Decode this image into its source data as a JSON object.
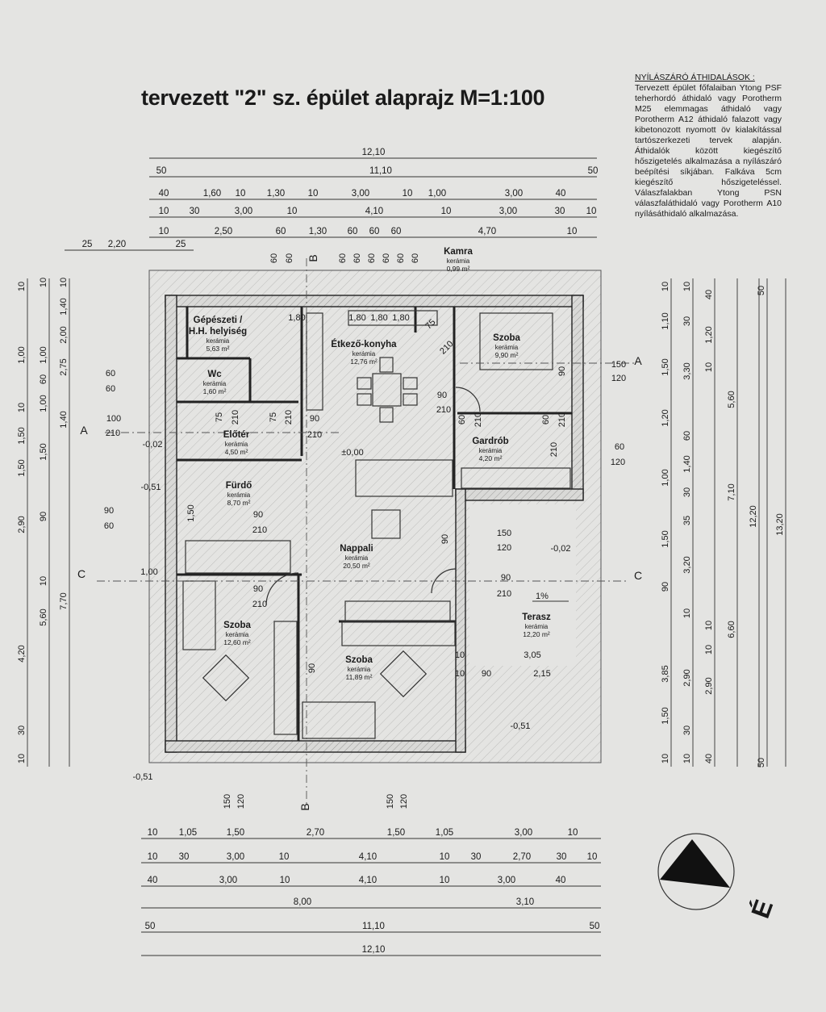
{
  "title": "tervezett \"2\" sz. épület alaprajz M=1:100",
  "note": {
    "heading": "NYÍLÁSZÁRÓ ÁTHIDALÁSOK :",
    "body": "Tervezett épület főfalaiban Ytong PSF teherhordó áthidaló vagy Porotherm M25 elemmagas áthidaló vagy Porotherm A12 áthidaló falazott vagy kibetonozott nyomott öv kialakítással tartószerkezeti tervek alapján. Áthidalók között kiegészítő hőszigetelés alkalmazása a nyílászáró beépítési síkjában. Falkáva 5cm kiegészítő hőszigeteléssel. Válaszfalakban Ytong PSN válaszfaláthidaló vagy Porotherm A10 nyílásáthidaló alkalmazása."
  },
  "rooms": [
    {
      "name": "Gépészeti /",
      "name2": "H.H. helyiség",
      "floor": "kerámia",
      "area": "5,63 m²"
    },
    {
      "name": "Wc",
      "floor": "kerámia",
      "area": "1,60 m²"
    },
    {
      "name": "Étkező-konyha",
      "floor": "kerámia",
      "area": "12,76 m²"
    },
    {
      "name": "Kamra",
      "floor": "kerámia",
      "area": "0,99 m²"
    },
    {
      "name": "Szoba",
      "floor": "kerámia",
      "area": "9,90 m²"
    },
    {
      "name": "Gardrób",
      "floor": "kerámia",
      "area": "4,20 m²"
    },
    {
      "name": "Előtér",
      "floor": "kerámia",
      "area": "4,50 m²"
    },
    {
      "name": "Fürdő",
      "floor": "kerámia",
      "area": "8,70 m²"
    },
    {
      "name": "Nappali",
      "floor": "kerámia",
      "area": "20,50 m²"
    },
    {
      "name": "Szoba",
      "floor": "kerámia",
      "area": "12,60 m²"
    },
    {
      "name": "Szoba",
      "floor": "kerámia",
      "area": "11,89 m²"
    },
    {
      "name": "Terasz",
      "floor": "kerámia",
      "area": "12,20 m²"
    }
  ],
  "dims_top": [
    [
      "12,10"
    ],
    [
      "50",
      "11,10",
      "50"
    ],
    [
      "40",
      "1,60",
      "10",
      "1,30",
      "10",
      "3,00",
      "10",
      "1,00",
      "3,00",
      "40"
    ],
    [
      "10",
      "30",
      "3,00",
      "10",
      "4,10",
      "10",
      "3,00",
      "30",
      "10"
    ],
    [
      "10",
      "2,50",
      "60",
      "1,30",
      "60",
      "60",
      "60",
      "4,70",
      "10"
    ],
    [
      "25",
      "2,20",
      "25"
    ]
  ],
  "dims_bottom": [
    [
      "10",
      "1,05",
      "1,50",
      "2,70",
      "1,50",
      "1,05",
      "3,00",
      "10"
    ],
    [
      "10",
      "30",
      "3,00",
      "10",
      "4,10",
      "10",
      "30",
      "2,70",
      "30",
      "10"
    ],
    [
      "40",
      "3,00",
      "10",
      "4,10",
      "10",
      "3,00",
      "40"
    ],
    [
      "8,00",
      "3,10"
    ],
    [
      "50",
      "11,10",
      "50"
    ],
    [
      "12,10"
    ]
  ],
  "dims_right": [
    [
      "10",
      "1,10",
      "1,50",
      "1,20",
      "1,00",
      "1,50",
      "90",
      "3,85",
      "1,50",
      "10"
    ],
    [
      "10",
      "30",
      "3,30",
      "60",
      "1,40",
      "30",
      "35",
      "3,20",
      "10",
      "2,90",
      "30",
      "10"
    ],
    [
      "40",
      "1,20",
      "10",
      "10",
      "10",
      "2,90",
      "40"
    ],
    [
      "5,60",
      "7,10",
      "6,60"
    ],
    [
      "12,20"
    ],
    [
      "50",
      "50"
    ],
    [
      "13,20"
    ]
  ],
  "dims_left": [
    [
      "10",
      "1,40",
      "2,00",
      "2,75",
      "1,40",
      "7,70"
    ],
    [
      "10",
      "1,00",
      "60",
      "1,00",
      "1,50",
      "90",
      "10",
      "5,60"
    ],
    [
      "10",
      "1,00",
      "10",
      "1,50",
      "1,50",
      "2,90",
      "4,20",
      "30",
      "10"
    ]
  ],
  "annotations": [
    "60",
    "60",
    "100",
    "210",
    "90",
    "60",
    "75",
    "210",
    "75",
    "210",
    "90",
    "210",
    "90",
    "210",
    "60",
    "210",
    "60",
    "210",
    "60",
    "120",
    "150",
    "120",
    "90",
    "210",
    "150",
    "120",
    "90",
    "210",
    "90",
    "210",
    "90",
    "210",
    "90",
    "90",
    "150",
    "120",
    "150",
    "120",
    "1,00",
    "1,50",
    "75",
    "210",
    "1,80",
    "1,80",
    "1,80",
    "1,80",
    "10",
    "10",
    "3,05",
    "90",
    "2,15",
    "60",
    "60",
    "60",
    "60",
    "60",
    "60",
    "60",
    "60"
  ],
  "levels": [
    "±0,00",
    "-0,02",
    "-0,51",
    "-0,02",
    "-0,51",
    "-0,51"
  ],
  "slope": "1%",
  "section_marks": [
    "A",
    "A",
    "B",
    "B",
    "C",
    "C"
  ],
  "compass_label": "É"
}
